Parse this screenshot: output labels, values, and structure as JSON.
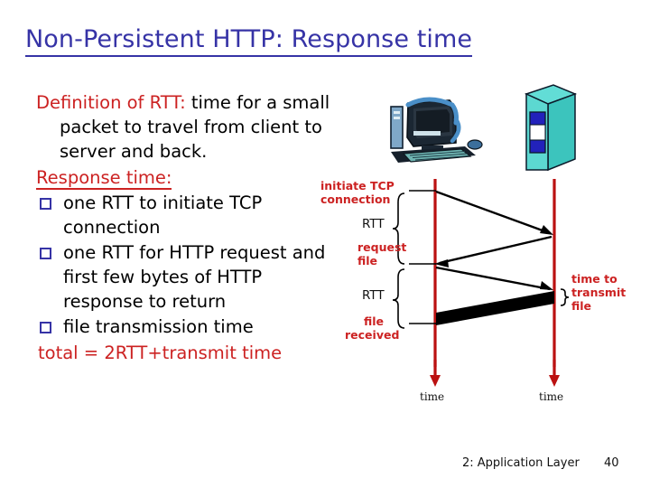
{
  "slide": {
    "title": "Non-Persistent HTTP: Response time",
    "title_color": "#3633a6"
  },
  "body": {
    "definition_label": "Definition of RTT:",
    "definition_text": " time for a small packet to travel from client to server and back.",
    "response_time_heading": "Response time:",
    "bullets": [
      "one RTT to initiate TCP connection",
      "one RTT for HTTP request and first few bytes of HTTP response to return",
      "file transmission time"
    ],
    "total_line": "total = 2RTT+transmit time",
    "bullet_color": "#3633a6",
    "accent_color": "#cc2222"
  },
  "diagram": {
    "client_icon": "desktop-computer-icon",
    "server_icon": "server-tower-icon",
    "labels": {
      "initiate_tcp": "initiate TCP",
      "connection": "connection",
      "rtt_1": "RTT",
      "request": "request",
      "file": "file",
      "rtt_2": "RTT",
      "file_received_1": "file",
      "file_received_2": "received",
      "time_to": "time to",
      "transmit": "transmit",
      "transmit_file": "file",
      "time_left": "time",
      "time_right": "time"
    },
    "timeline_color": "#bb1111",
    "arrow_color": "#000000",
    "server_color": "#4fd6cf",
    "server_panel_color": "#2222bb"
  },
  "footer": {
    "chapter": "2: Application Layer",
    "page_number": "40"
  }
}
